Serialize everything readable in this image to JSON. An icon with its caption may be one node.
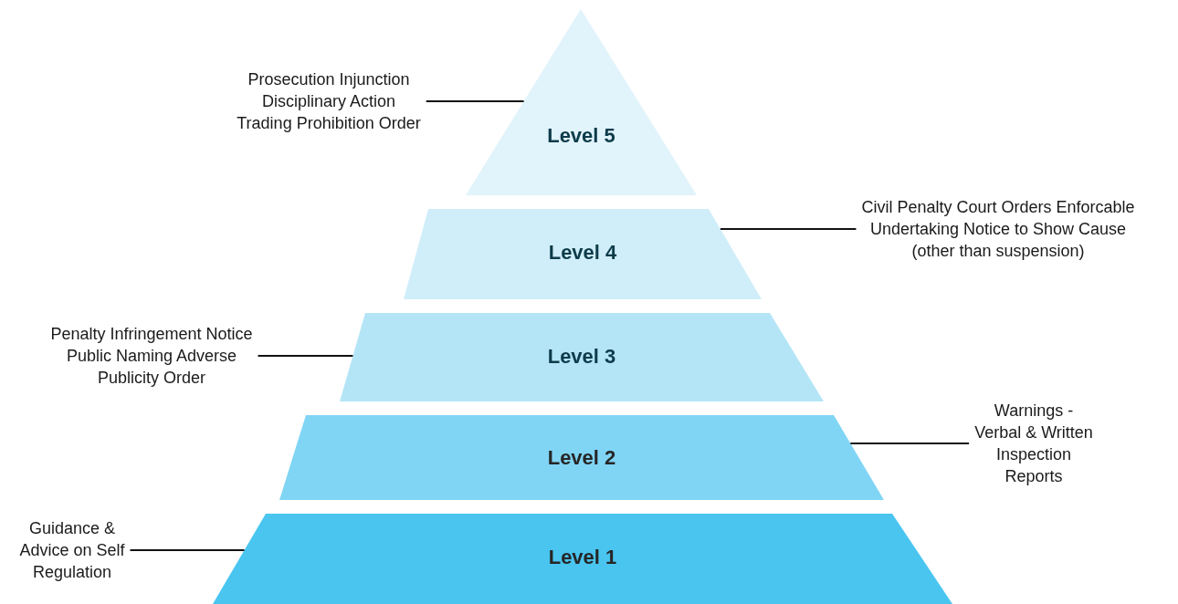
{
  "diagram": {
    "nodes": [
      {
        "text": [
          "Prosecution Injunction Disciplinary Action Trading Prohibition Order"
        ]
      },
      {
        "text": [
          "Level 5"
        ]
      },
      {
        "text": [
          "Level 4"
        ]
      },
      {
        "text": [
          "Civil Penalty Court Orders Enforcable Undertaking Notice to Show Cause (other than suspension)"
        ]
      },
      {
        "text": [
          "Penalty Infringement Notice Public Naming Adverse Publicity Order"
        ]
      },
      {
        "text": [
          "Level 3"
        ]
      },
      {
        "text": [
          "Level 2"
        ]
      },
      {
        "text": [
          "Warnings - Verbal & Written Inspection Reports"
        ]
      },
      {
        "text": [
          "Guidance & Advice on Self Regulation"
        ]
      },
      {
        "text": [
          "Level 1"
        ]
      }
    ],
    "edges": [
      {
        "from": 0,
        "to": 1,
        "arrow": "none"
      },
      {
        "from": 3,
        "to": 2,
        "arrow": "none"
      },
      {
        "from": 4,
        "to": 5,
        "arrow": "none"
      },
      {
        "from": 7,
        "to": 6,
        "arrow": "none"
      },
      {
        "from": 8,
        "to": 9,
        "arrow": "none"
      }
    ]
  }
}
